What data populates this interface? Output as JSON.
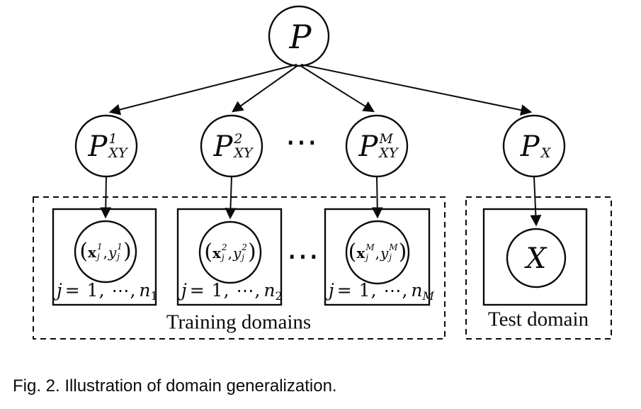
{
  "figure": {
    "caption": "Fig. 2. Illustration of domain generalization.",
    "root_node": {
      "label": "P"
    },
    "distribution_nodes": [
      {
        "base": "P",
        "sup": "1",
        "sub": "XY"
      },
      {
        "base": "P",
        "sup": "2",
        "sub": "XY"
      },
      {
        "base": "P",
        "sup": "M",
        "sub": "XY"
      },
      {
        "base": "P",
        "sup": "",
        "sub": "X"
      }
    ],
    "ellipsis": {
      "top": "⋯",
      "bottom": "⋯"
    },
    "sample_nodes": [
      {
        "open": "(",
        "x_base": "x",
        "x_sup": "1",
        "x_sub": "j",
        "sep": ",",
        "y_base": "y",
        "y_sup": "1",
        "y_sub": "j",
        "close": ")"
      },
      {
        "open": "(",
        "x_base": "x",
        "x_sup": "2",
        "x_sub": "j",
        "sep": ",",
        "y_base": "y",
        "y_sup": "2",
        "y_sub": "j",
        "close": ")"
      },
      {
        "open": "(",
        "x_base": "x",
        "x_sup": "M",
        "x_sub": "j",
        "sep": ",",
        "y_base": "y",
        "y_sup": "M",
        "y_sub": "j",
        "close": ")"
      }
    ],
    "test_node": {
      "label": "X"
    },
    "plate_labels": [
      {
        "var": "j",
        "mid": "= 1, ⋯,",
        "n_base": "n",
        "n_sub": "1"
      },
      {
        "var": "j",
        "mid": "= 1, ⋯,",
        "n_base": "n",
        "n_sub": "2"
      },
      {
        "var": "j",
        "mid": "= 1, ⋯,",
        "n_base": "n",
        "n_sub": "M"
      }
    ],
    "group_labels": {
      "training": "Training domains",
      "test": "Test domain"
    }
  }
}
